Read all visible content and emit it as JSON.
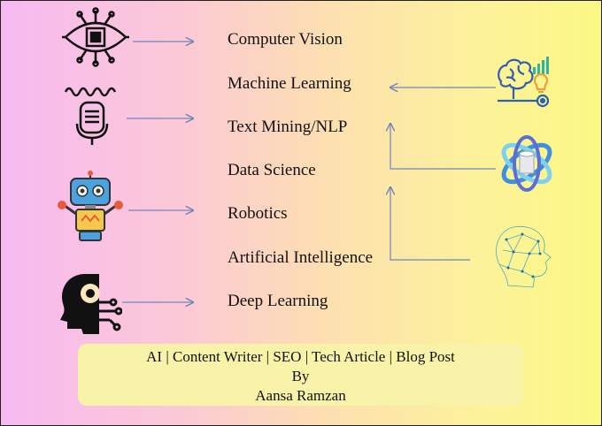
{
  "topics": [
    "Computer Vision",
    "Machine Learning",
    "Text Mining/NLP",
    "Data Science",
    "Robotics",
    "Artificial Intelligence",
    "Deep Learning"
  ],
  "banner": {
    "line1": "AI | Content Writer | SEO | Tech Article | Blog Post",
    "line2": "By",
    "line3": "Aansa Ramzan"
  },
  "icons": {
    "left": [
      "circuit-eye-icon",
      "microphone-soundwave-icon",
      "robot-icon",
      "head-gear-icon"
    ],
    "right": [
      "brain-lightbulb-icon",
      "data-sphere-icon",
      "wireframe-head-icon"
    ]
  },
  "colors": {
    "arrow": "#6f86b8",
    "banner": "#f9f3a9",
    "gradient_left": "#f7b9f2",
    "gradient_right": "#fbf883"
  }
}
